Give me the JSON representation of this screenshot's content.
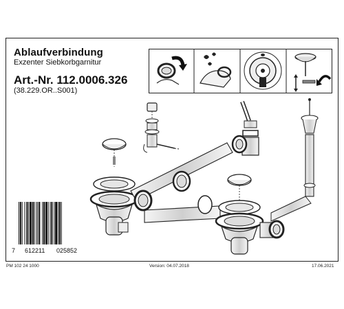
{
  "title": "Ablaufverbindung",
  "subtitle": "Exzenter Siebkorbgarnitur",
  "article_number": "Art.-Nr. 112.0006.326",
  "article_subcode": "(38.229.OR..S001)",
  "barcode": {
    "first_digit": "7",
    "group_left": "612211",
    "group_right": "025852"
  },
  "footer": {
    "left": "PM 102 24  1000",
    "center": "Version: 04.07.2018",
    "right": "17.06.2021"
  }
}
